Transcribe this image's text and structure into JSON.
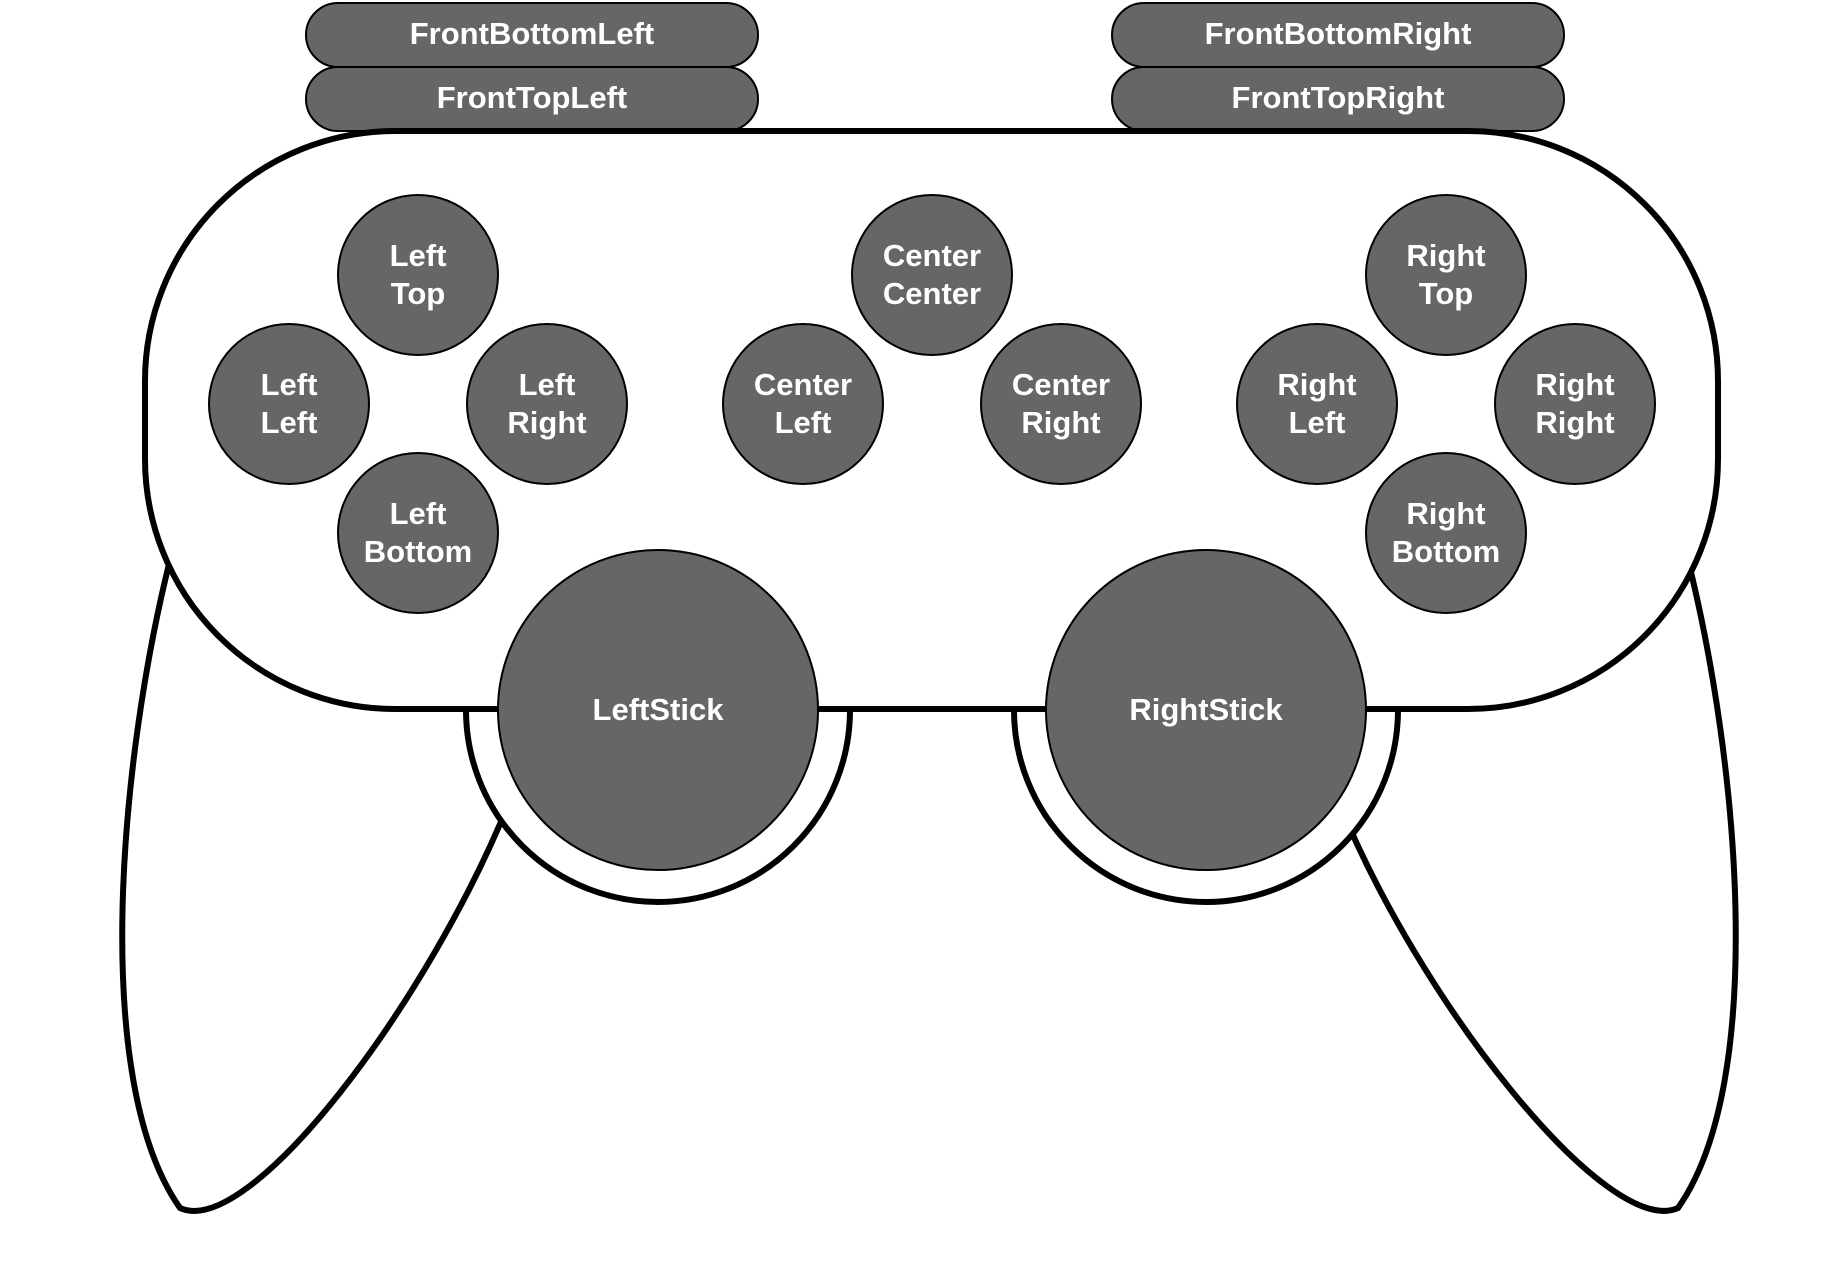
{
  "colors": {
    "button_fill": "#666666",
    "button_stroke": "#000000",
    "label_text": "#ffffff",
    "outline": "#000000",
    "background": "#ffffff"
  },
  "shoulder": {
    "front_bottom_left": "FrontBottomLeft",
    "front_top_left": "FrontTopLeft",
    "front_bottom_right": "FrontBottomRight",
    "front_top_right": "FrontTopRight"
  },
  "left_pad": {
    "top": [
      "Left",
      "Top"
    ],
    "left": [
      "Left",
      "Left"
    ],
    "right": [
      "Left",
      "Right"
    ],
    "bottom": [
      "Left",
      "Bottom"
    ]
  },
  "center_pad": {
    "center": [
      "Center",
      "Center"
    ],
    "left": [
      "Center",
      "Left"
    ],
    "right": [
      "Center",
      "Right"
    ]
  },
  "right_pad": {
    "top": [
      "Right",
      "Top"
    ],
    "left": [
      "Right",
      "Left"
    ],
    "right": [
      "Right",
      "Right"
    ],
    "bottom": [
      "Right",
      "Bottom"
    ]
  },
  "sticks": {
    "left": "LeftStick",
    "right": "RightStick"
  }
}
